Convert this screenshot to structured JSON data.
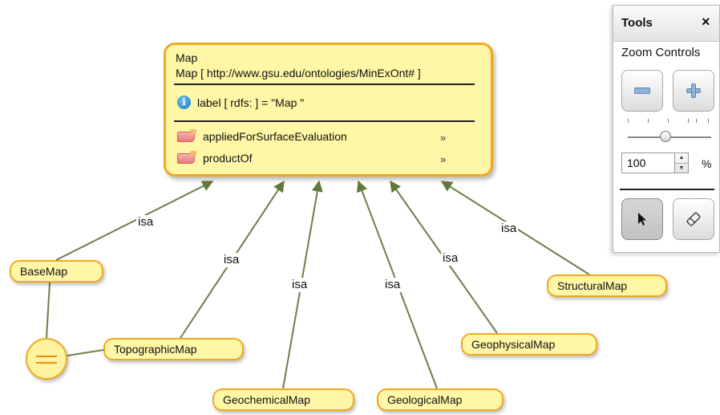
{
  "diagram": {
    "main_class": {
      "name": "Map",
      "full_name": "Map [ http://www.gsu.edu/ontologies/MinExOnt# ]",
      "annotation": "label [ rdfs: ] = \"Map \"",
      "properties": [
        {
          "label": "appliedForSurfaceEvaluation",
          "expand": "»"
        },
        {
          "label": "productOf",
          "expand": "»"
        }
      ]
    },
    "subclasses": [
      {
        "id": "basemap",
        "label": "BaseMap"
      },
      {
        "id": "topographic",
        "label": "TopographicMap"
      },
      {
        "id": "geochemical",
        "label": "GeochemicalMap"
      },
      {
        "id": "geological",
        "label": "GeologicalMap"
      },
      {
        "id": "geophysical",
        "label": "GeophysicalMap"
      },
      {
        "id": "structural",
        "label": "StructuralMap"
      }
    ],
    "edge_label": "isa",
    "colors": {
      "node_fill": "#fff6a6",
      "node_border": "#f0a820",
      "edge": "#6b7f4a"
    }
  },
  "tools": {
    "title": "Tools",
    "close_label": "×",
    "zoom_label": "Zoom Controls",
    "zoom_value": "100",
    "zoom_unit": "%",
    "zoom_slider_fraction": 0.45,
    "buttons": [
      "zoom-out",
      "zoom-in",
      "select-tool",
      "eraser-tool"
    ]
  }
}
